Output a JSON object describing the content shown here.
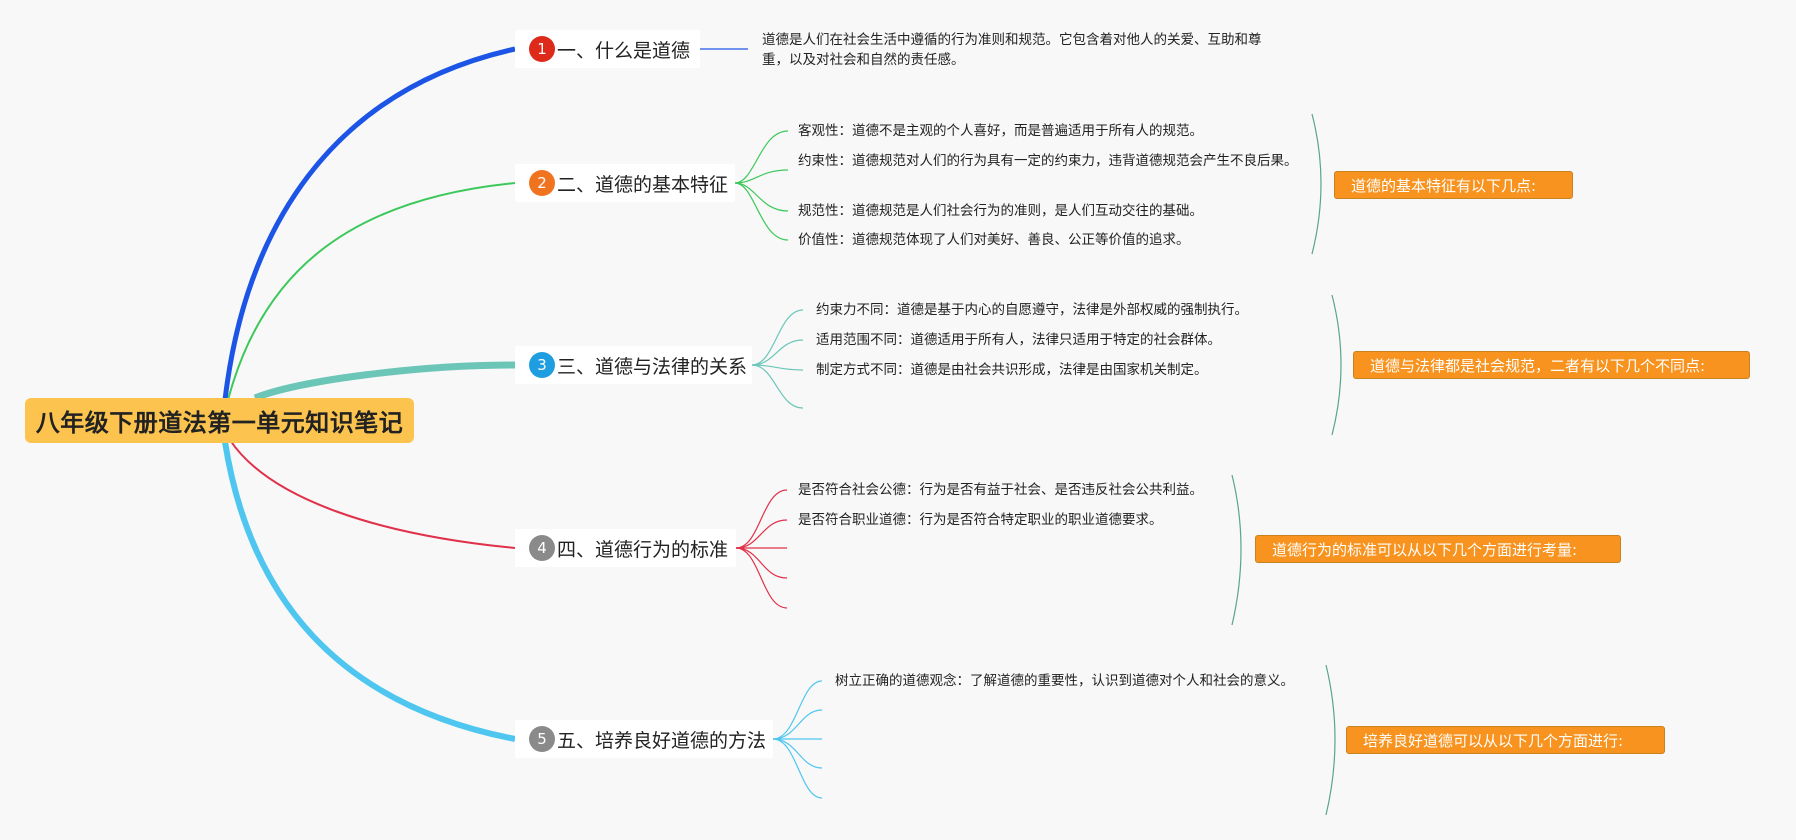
{
  "central": {
    "title": "八年级下册道法第一单元知识笔记",
    "color": "#fcc44f"
  },
  "branches": [
    {
      "number": "1",
      "title": "一、什么是道德",
      "badge_color": "#dd2a1b",
      "line_color": "#1c55e6",
      "leaves": [
        "道德是人们在社会生活中遵循的行为准则和规范。它包含着对他人的关爱、互助和尊重，以及对社会和自然的责任感。"
      ]
    },
    {
      "number": "2",
      "title": "二、道德的基本特征",
      "badge_color": "#f0731f",
      "line_color": "#3cc85a",
      "summary": "道德的基本特征有以下几点:",
      "leaves": [
        "客观性：道德不是主观的个人喜好，而是普遍适用于所有人的规范。",
        "约束性：道德规范对人们的行为具有一定的约束力，违背道德规范会产生不良后果。",
        "规范性：道德规范是人们社会行为的准则，是人们互动交往的基础。",
        "价值性：道德规范体现了人们对美好、善良、公正等价值的追求。"
      ]
    },
    {
      "number": "3",
      "title": "三、道德与法律的关系",
      "badge_color": "#1e9ee0",
      "line_color": "#6cc6b8",
      "summary": "道德与法律都是社会规范，二者有以下几个不同点:",
      "leaves": [
        "约束力不同：道德是基于内心的自愿遵守，法律是外部权威的强制执行。",
        "适用范围不同：道德适用于所有人，法律只适用于特定的社会群体。",
        "制定方式不同：道德是由社会共识形成，法律是由国家机关制定。"
      ]
    },
    {
      "number": "4",
      "title": "四、道德行为的标准",
      "badge_color": "#8a8a8a",
      "line_color": "#e0304a",
      "summary": "道德行为的标准可以从以下几个方面进行考量:",
      "leaves": [
        "是否符合社会公德：行为是否有益于社会、是否违反社会公共利益。",
        "是否符合职业道德：行为是否符合特定职业的职业道德要求。"
      ]
    },
    {
      "number": "5",
      "title": "五、培养良好道德的方法",
      "badge_color": "#8a8a8a",
      "line_color": "#4fc6f0",
      "summary": "培养良好道德可以从以下几个方面进行:",
      "leaves": [
        "树立正确的道德观念：了解道德的重要性，认识到道德对个人和社会的意义。"
      ]
    }
  ]
}
